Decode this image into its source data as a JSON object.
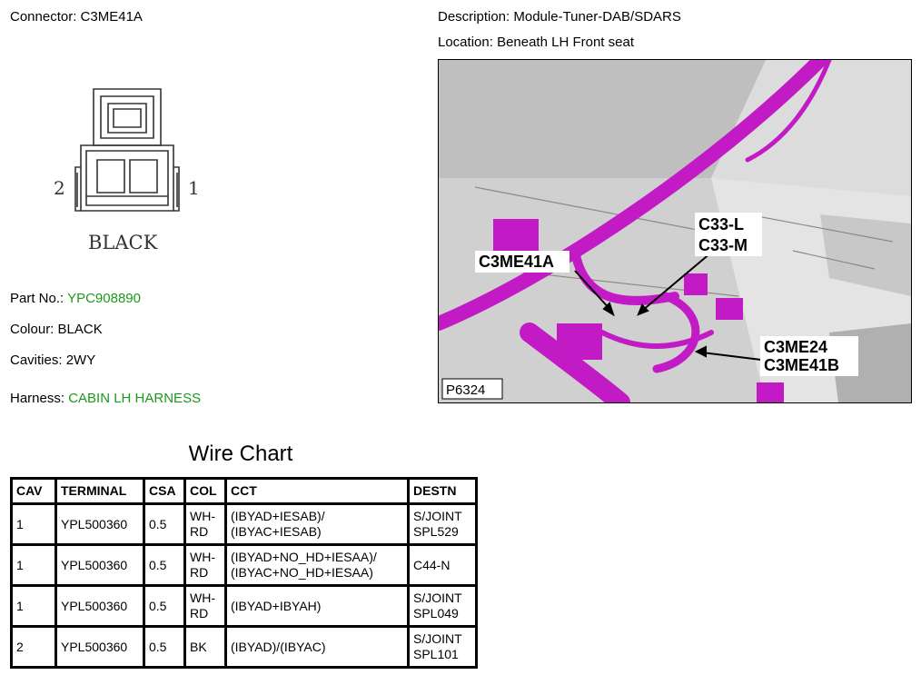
{
  "header": {
    "connector_label": "Connector:",
    "connector_value": "C3ME41A",
    "description_label": "Description:",
    "description_value": "Module-Tuner-DAB/SDARS",
    "location_label": "Location:",
    "location_value": "Beneath LH Front seat"
  },
  "connector_diagram": {
    "pin_left": "2",
    "pin_right": "1",
    "colour_caption": "BLACK"
  },
  "details": {
    "part_label": "Part No.:",
    "part_value": "YPC908890",
    "colour_label": "Colour:",
    "colour_value": "BLACK",
    "cavities_label": "Cavities:",
    "cavities_value": "2WY",
    "harness_label": "Harness:",
    "harness_value": "CABIN LH HARNESS",
    "link_color": "#1a9a1a"
  },
  "photo": {
    "callouts": [
      "C33-L",
      "C33-M",
      "C3ME41A",
      "C3ME24",
      "C3ME41B"
    ],
    "reference": "P6324",
    "harness_color": "#c21bc6"
  },
  "wire_chart": {
    "title": "Wire Chart",
    "headers": [
      "CAV",
      "TERMINAL",
      "CSA",
      "COL",
      "CCT",
      "DESTN"
    ],
    "rows": [
      {
        "cav": "1",
        "terminal": "YPL500360",
        "csa": "0.5",
        "col_1": "WH-",
        "col_2": "RD",
        "cct_1": "(IBYAD+IESAB)/",
        "cct_2": "(IBYAC+IESAB)",
        "destn_1": "S/JOINT",
        "destn_2": "SPL529"
      },
      {
        "cav": "1",
        "terminal": "YPL500360",
        "csa": "0.5",
        "col_1": "WH-",
        "col_2": "RD",
        "cct_1": "(IBYAD+NO_HD+IESAA)/",
        "cct_2": "(IBYAC+NO_HD+IESAA)",
        "destn_1": "C44-N",
        "destn_2": ""
      },
      {
        "cav": "1",
        "terminal": "YPL500360",
        "csa": "0.5",
        "col_1": "WH-",
        "col_2": "RD",
        "cct_1": "(IBYAD+IBYAH)",
        "cct_2": "",
        "destn_1": "S/JOINT",
        "destn_2": "SPL049"
      },
      {
        "cav": "2",
        "terminal": "YPL500360",
        "csa": "0.5",
        "col_1": "BK",
        "col_2": "",
        "cct_1": "(IBYAD)/(IBYAC)",
        "cct_2": "",
        "destn_1": "S/JOINT",
        "destn_2": "SPL101"
      }
    ]
  }
}
